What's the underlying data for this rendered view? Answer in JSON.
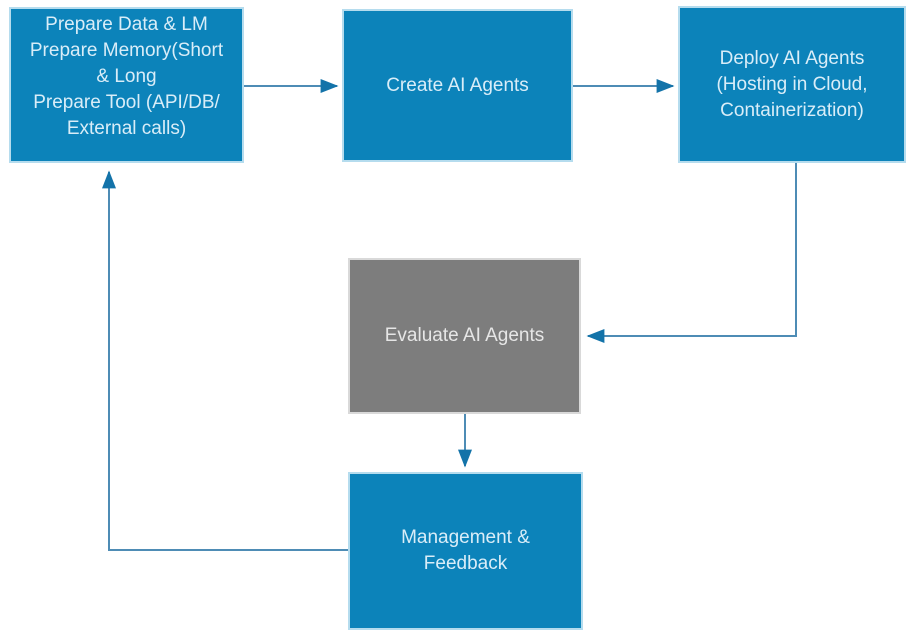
{
  "diagram": {
    "type": "flowchart",
    "background_color": "#ffffff",
    "colors": {
      "node_blue_fill": "#0c83ba",
      "node_blue_border": "#b5dcee",
      "node_gray_fill": "#7d7d7d",
      "node_gray_border": "#d9d9d9",
      "text_on_blue": "#d9edf8",
      "text_on_gray": "#e6e6e6",
      "connector_line": "#4e8cb5",
      "arrowhead": "#1373a9"
    },
    "nodes": [
      {
        "id": "prepare",
        "label": "Prepare Data &  LM\nPrepare Memory(Short\n& Long\nPrepare Tool (API/DB/\nExternal calls)",
        "color": "blue"
      },
      {
        "id": "create",
        "label": "Create AI Agents",
        "color": "blue"
      },
      {
        "id": "deploy",
        "label": "Deploy AI Agents\n(Hosting in Cloud,\nContainerization)",
        "color": "blue"
      },
      {
        "id": "evaluate",
        "label": "Evaluate AI Agents",
        "color": "gray"
      },
      {
        "id": "manage",
        "label": "Management &\nFeedback",
        "color": "blue"
      }
    ],
    "edges": [
      {
        "from": "prepare",
        "to": "create",
        "style": "straight-right"
      },
      {
        "from": "create",
        "to": "deploy",
        "style": "straight-right"
      },
      {
        "from": "deploy",
        "to": "evaluate",
        "style": "elbow-down-left"
      },
      {
        "from": "evaluate",
        "to": "manage",
        "style": "straight-down"
      },
      {
        "from": "manage",
        "to": "prepare",
        "style": "elbow-left-up"
      }
    ]
  }
}
